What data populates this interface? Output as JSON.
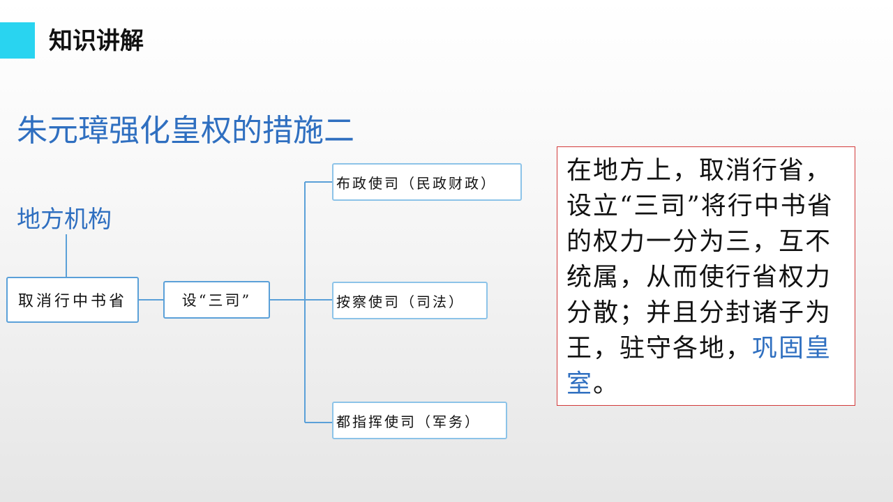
{
  "header": {
    "title": "知识讲解"
  },
  "main_title": "朱元璋强化皇权的措施二",
  "section_label": "地方机构",
  "diagram": {
    "root": "取消行中书省",
    "middle": "设“三司”",
    "branches": [
      {
        "label": "布政使司（民政财政）"
      },
      {
        "label": "按察使司（司法）"
      },
      {
        "label": "都指挥使司（军务）"
      }
    ]
  },
  "explanation": {
    "text": "在地方上，取消行省，设立“三司”将行中书省的权力一分为三，互不统属，从而使行省权力分散；并且分封诸子为王，驻守各地，",
    "highlight": "巩固皇室",
    "end": "。"
  },
  "colors": {
    "accent": "#29d4f0",
    "title_blue": "#2f6fc0",
    "box_border": "#5aa0d8",
    "panel_border": "#d23a3a"
  }
}
